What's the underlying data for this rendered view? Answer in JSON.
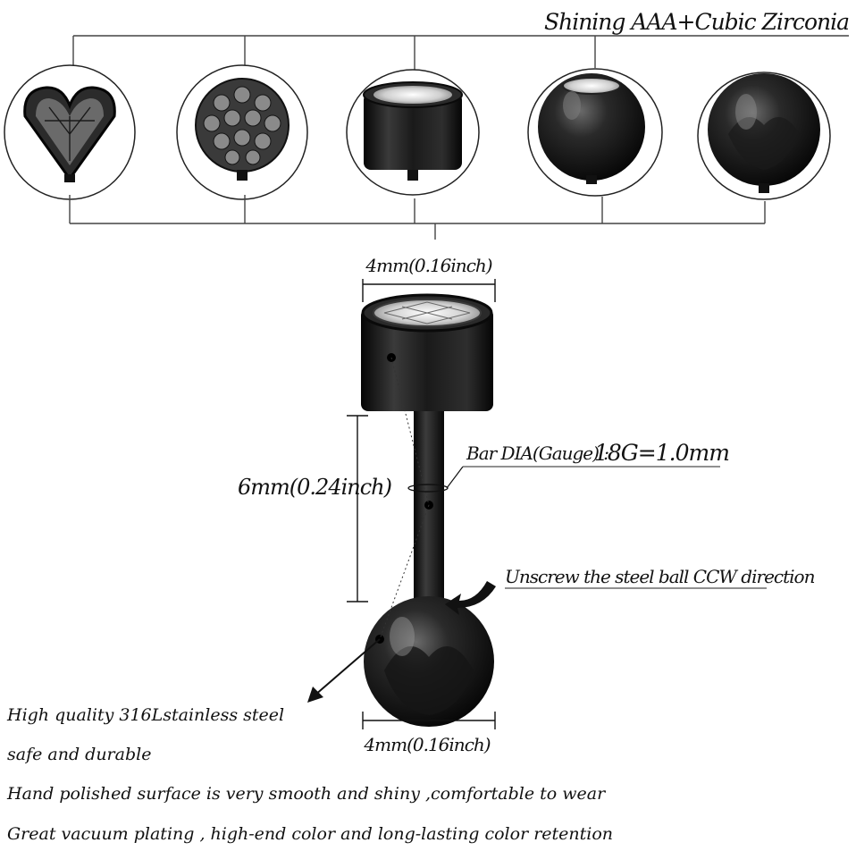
{
  "title": "Shining AAA+Cubic Zirconia",
  "variants": [
    {
      "name": "heart-gem"
    },
    {
      "name": "crystal-ball"
    },
    {
      "name": "bezel-gem"
    },
    {
      "name": "ball-with-gem"
    },
    {
      "name": "plain-ball"
    }
  ],
  "dimensions": {
    "top_width": "4mm(0.16inch)",
    "length": "6mm(0.24inch)",
    "bottom_width": "4mm(0.16inch)"
  },
  "callouts": {
    "gauge_label": "Bar DIA(Gauge) :",
    "gauge_value": "18G=1.0mm",
    "unscrew": "Unscrew the steel ball CCW direction"
  },
  "features": [
    "High quality 316Lstainless steel",
    "safe and durable",
    "Hand polished surface is very smooth and shiny ,comfortable to wear",
    "Great vacuum plating , high-end color and long-lasting color retention"
  ],
  "colors": {
    "metal": "#1a1a1a",
    "highlight": "#8a8a8a",
    "gem": "#dcdcdc"
  }
}
